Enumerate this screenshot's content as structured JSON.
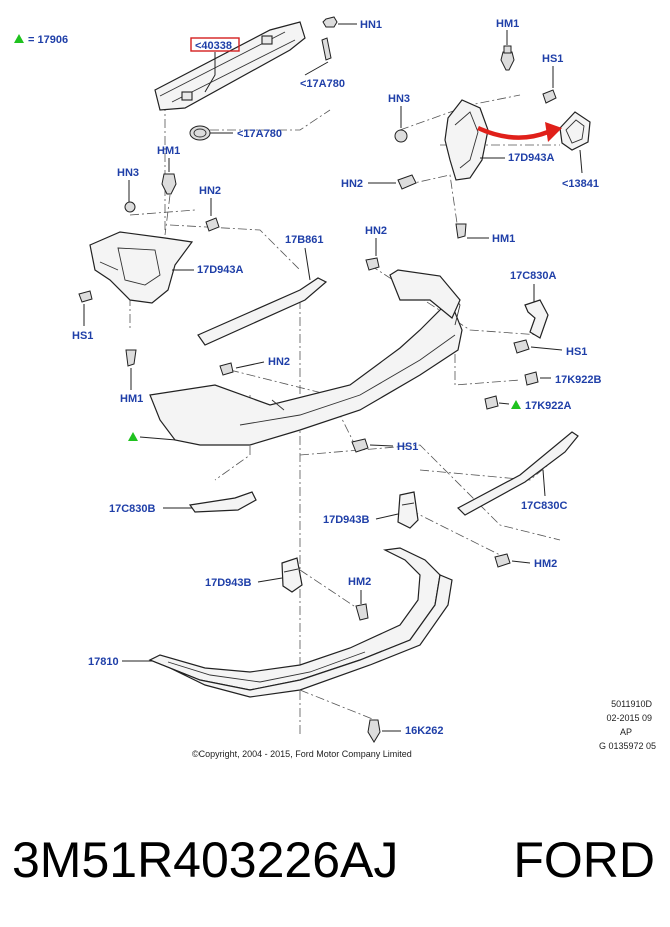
{
  "legend": {
    "text": "= 17906",
    "marker_color": "#1fc21f"
  },
  "labels": {
    "hn1_top": "HN1",
    "highlight": "<40338",
    "l17a780_a": "<17A780",
    "l17a780_b": "<17A780",
    "hm1_top_right": "HM1",
    "hs1_top_right": "HS1",
    "hn3_right": "HN3",
    "l17d943a_right": "17D943A",
    "l13841": "<13841",
    "hn2_right": "HN2",
    "hm1_right_low": "HM1",
    "hm1_left_top": "HM1",
    "hn3_left": "HN3",
    "hn2_left_top": "HN2",
    "l17d943a_left": "17D943A",
    "hs1_left": "HS1",
    "hm1_left_low": "HM1",
    "l17b861": "17B861",
    "hn2_center": "HN2",
    "l17c830a": "17C830A",
    "hs1_right": "HS1",
    "l17k922b": "17K922B",
    "l17k922a": "17K922A",
    "hn2_bumper": "HN2",
    "hs1_center": "HS1",
    "l17c830b": "17C830B",
    "l17c830c": "17C830C",
    "l17d943b_upper": "17D943B",
    "hm2_right": "HM2",
    "l17d943b_lower": "17D943B",
    "hm2_lower": "HM2",
    "l17810": "17810",
    "l16k262": "16K262"
  },
  "copyright": "©Copyright, 2004 - 2015, Ford Motor Company Limited",
  "info_block": [
    "5011910D",
    "02-2015 09",
    "AP",
    "G 0135972 05"
  ],
  "part_number": "3M51R403226AJ",
  "brand": "FORD",
  "colors": {
    "label_blue": "#1f3fa8",
    "highlight_red": "#d42020",
    "arrow_red": "#e0201a",
    "triangle_green": "#1fc21f"
  }
}
